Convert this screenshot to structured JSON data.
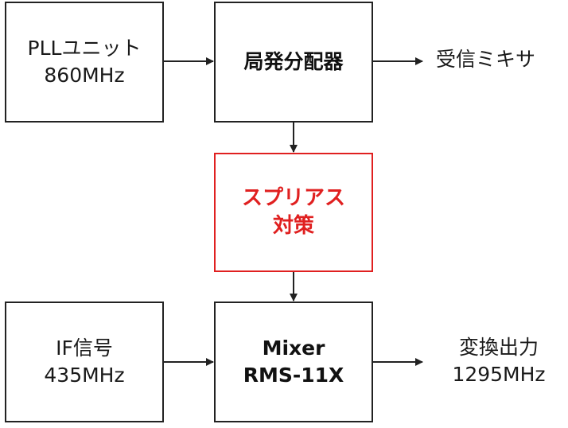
{
  "blocks": {
    "pll": {
      "line1": "PLLユニット",
      "line2": "860MHz"
    },
    "lo_dist": {
      "line1": "局発分配器"
    },
    "spurious": {
      "line1": "スプリアス",
      "line2": "対策"
    },
    "if_signal": {
      "line1": "IF信号",
      "line2": "435MHz"
    },
    "mixer": {
      "line1": "Mixer",
      "line2": "RMS-11X"
    }
  },
  "outputs": {
    "rx_mixer": {
      "line1": "受信ミキサ"
    },
    "conv_out": {
      "line1": "変換出力",
      "line2": "1295MHz"
    }
  },
  "colors": {
    "box_border": "#222222",
    "highlight": "#e02020",
    "text": "#1a1a1a"
  }
}
